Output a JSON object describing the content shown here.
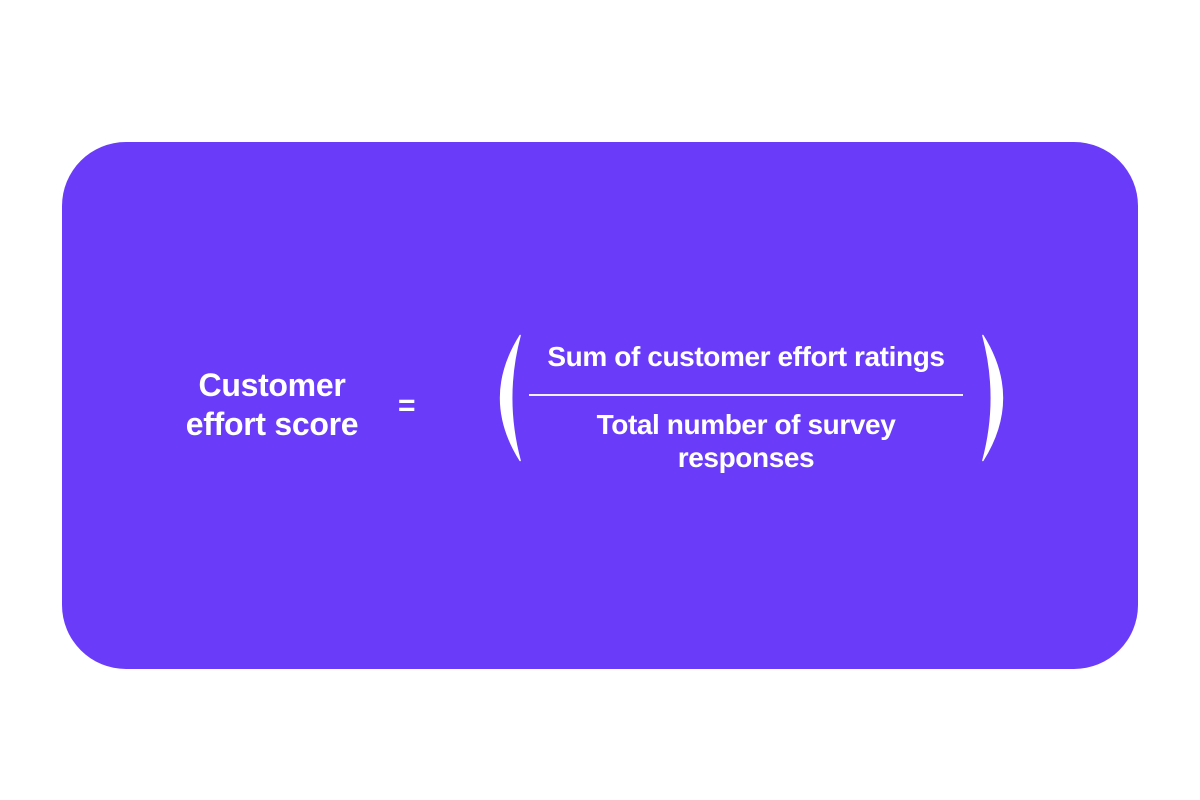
{
  "page": {
    "background_color": "#FFFFFF"
  },
  "card": {
    "background_color": "#6A3CF9",
    "text_color": "#FFFFFF",
    "formula": {
      "label_line1": "Customer",
      "label_line2": "effort score",
      "equals_sign": "=",
      "numerator": "Sum of customer effort ratings",
      "denominator_line1": "Total number of survey",
      "denominator_line2": "responses",
      "open_paren": "(",
      "close_paren": ")"
    }
  }
}
